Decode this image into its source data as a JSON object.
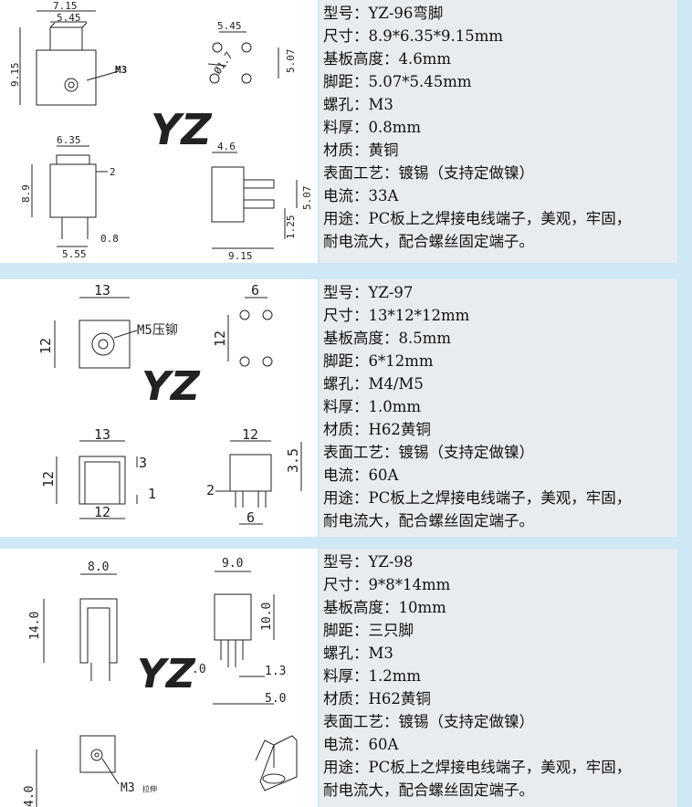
{
  "products": [
    {
      "specs": [
        "型号：YZ-96弯脚",
        "尺寸：8.9*6.35*9.15mm",
        "基板高度：4.6mm",
        "脚距：5.07*5.45mm",
        "螺孔：M3",
        "料厚：0.8mm",
        "材质：黄铜",
        "表面工艺：镀锡（支持定做镍）",
        "电流：33A",
        "用途：PC板上之焊接电线端子，美观，牢固，",
        "耐电流大，配合螺丝固定端子。"
      ],
      "dims": {
        "d1": "7.15",
        "d2": "5.45",
        "d3": "9.15",
        "hole": "M3",
        "d4": "5.45",
        "d5": "5.07",
        "d6": "Ø1.7",
        "d7": "6.35",
        "d8": "8.9",
        "d9": "2",
        "d10": "5.55",
        "d11": "0.8",
        "d12": "4.6",
        "d13": "5.07",
        "d14": "1.25",
        "d15": "9.15"
      }
    },
    {
      "specs": [
        "型号：YZ-97",
        "尺寸：13*12*12mm",
        "基板高度：8.5mm",
        "脚距：6*12mm",
        "螺孔：M4/M5",
        "料厚：1.0mm",
        "材质：H62黄铜",
        "表面工艺：镀锡（支持定做镍）",
        "电流：60A",
        "用途：PC板上之焊接电线端子，美观，牢固，",
        "耐电流大，配合螺丝固定端子。"
      ],
      "dims": {
        "d1": "13",
        "d2": "12",
        "hole": "M5压铆",
        "d3": "6",
        "d4": "12",
        "d5": "13",
        "d6": "12",
        "d7": "3",
        "d8": "1",
        "d9": "12",
        "d10": "12",
        "d11": "3.5",
        "d12": "2",
        "d13": "6"
      }
    },
    {
      "specs": [
        "型号：YZ-98",
        "尺寸：9*8*14mm",
        "基板高度：10mm",
        "脚距：三只脚",
        "螺孔：M3",
        "料厚：1.2mm",
        "材质：H62黄铜",
        "表面工艺：镀锡（支持定做镍）",
        "电流：60A",
        "用途：PC板上之焊接电线端子，美观，牢固，",
        "耐电流大，配合螺丝固定端子。"
      ],
      "dims": {
        "d1": "8.0",
        "d2": "14.0",
        "d3": "9.0",
        "d4": "10.0",
        "d5": ".0",
        "d6": "1.3",
        "d7": "5.0",
        "d8": "4.0",
        "hole": "M3",
        "hole_note": "拉伸"
      }
    }
  ],
  "logo": {
    "text": "YZ",
    "color": "#9b1c2a"
  }
}
